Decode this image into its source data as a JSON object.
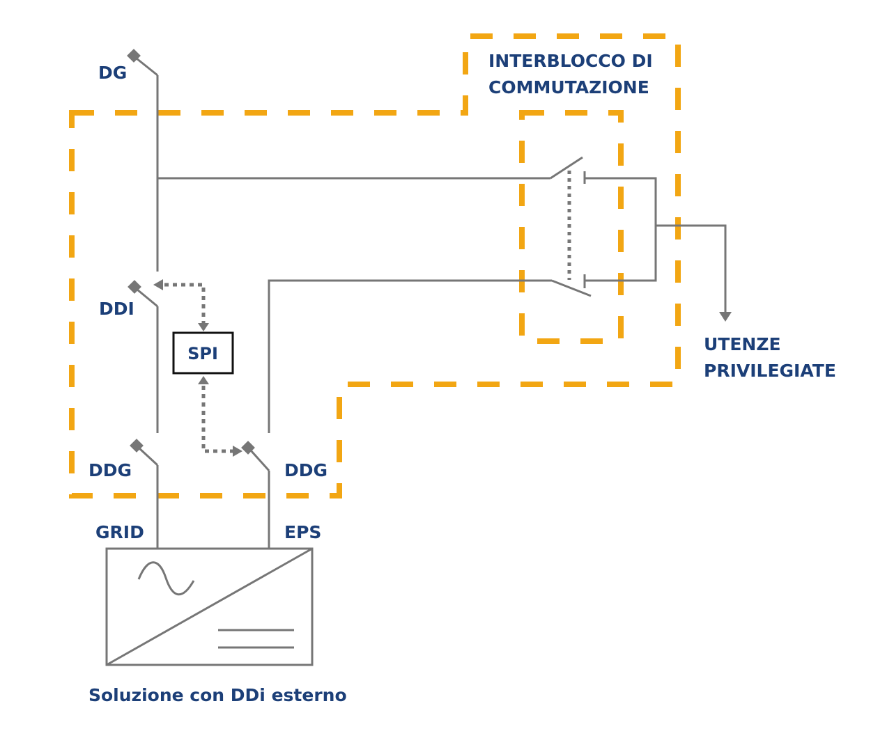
{
  "diagram": {
    "caption": "Soluzione con DDi esterno",
    "interlock_title_line1": "INTERBLOCCO DI",
    "interlock_title_line2": "COMMUTAZIONE",
    "loads_line1": "UTENZE",
    "loads_line2": "PRIVILEGIATE",
    "devices": {
      "dg": "DG",
      "ddi": "DDI",
      "ddg_grid": "DDG",
      "ddg_eps": "DDG",
      "spi": "SPI"
    },
    "ports": {
      "grid": "GRID",
      "eps": "EPS"
    },
    "inverter_icons": [
      "ac-sine-icon",
      "dc-lines-icon"
    ],
    "colors": {
      "label": "#1c3f78",
      "wire": "#767676",
      "boundary": "#f2a613",
      "spi_border": "#111111"
    }
  }
}
